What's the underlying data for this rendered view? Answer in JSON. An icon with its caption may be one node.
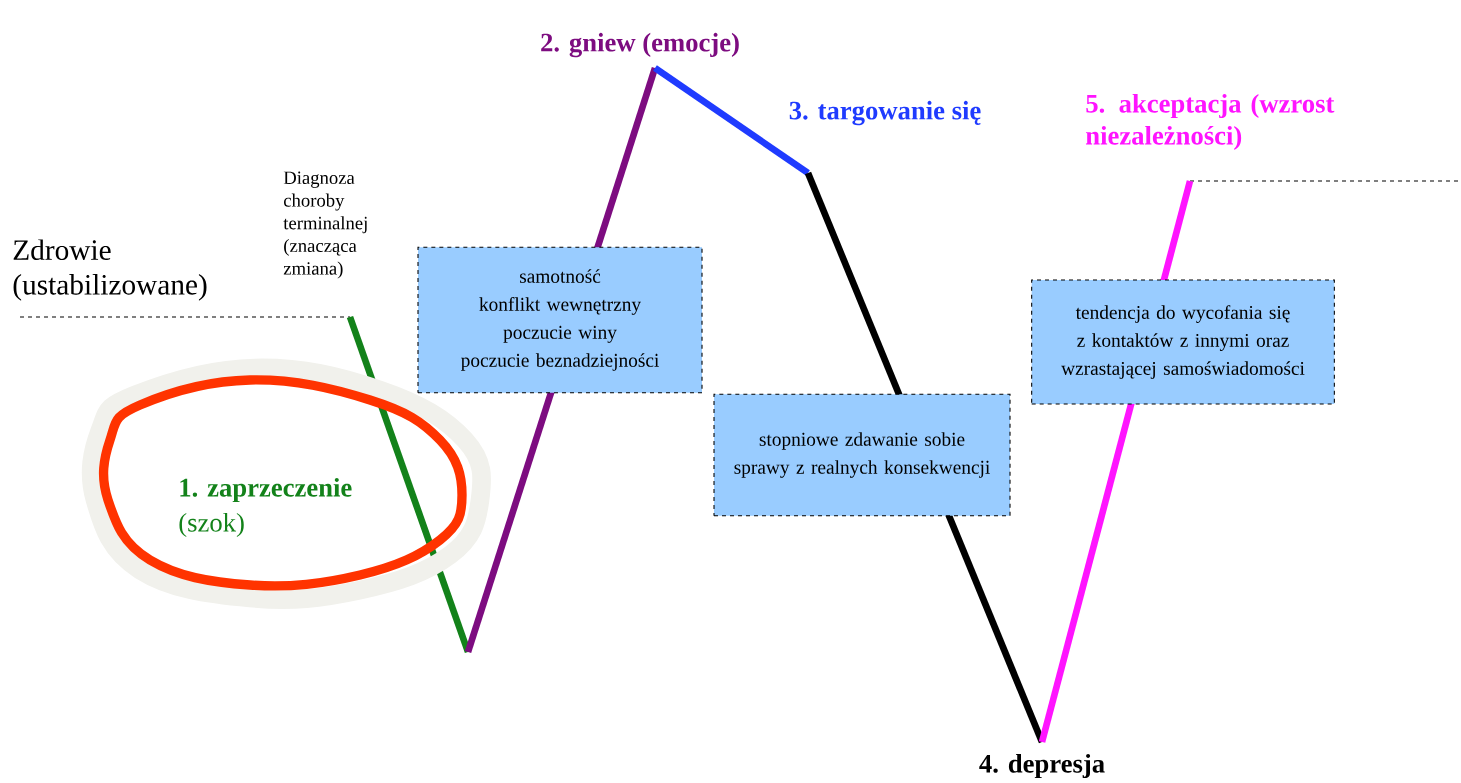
{
  "diagram": {
    "nodes": [
      {
        "text": [
          "samotność",
          "konflikt wewnętrzny",
          "poczucie winy",
          "poczucie beznadziejności"
        ]
      },
      {
        "text": [
          "stopniowe zdawanie sobie sprawy z realnych konsekwencji"
        ]
      },
      {
        "text": [
          "tendencja do wycofania się z kontaktów z innymi oraz wzrastającej samoświadomości"
        ]
      }
    ],
    "labels": [
      "2. gniew (emocje)",
      "3. targowanie się",
      "5. akceptacja (wzrost niezależności)",
      "Diagnoza choroby terminalnej (znacząca zmiana)",
      "Zdrowie (ustabilizowane)",
      "1. zaprzeczenie",
      "(szok)",
      "4. depresja"
    ]
  }
}
